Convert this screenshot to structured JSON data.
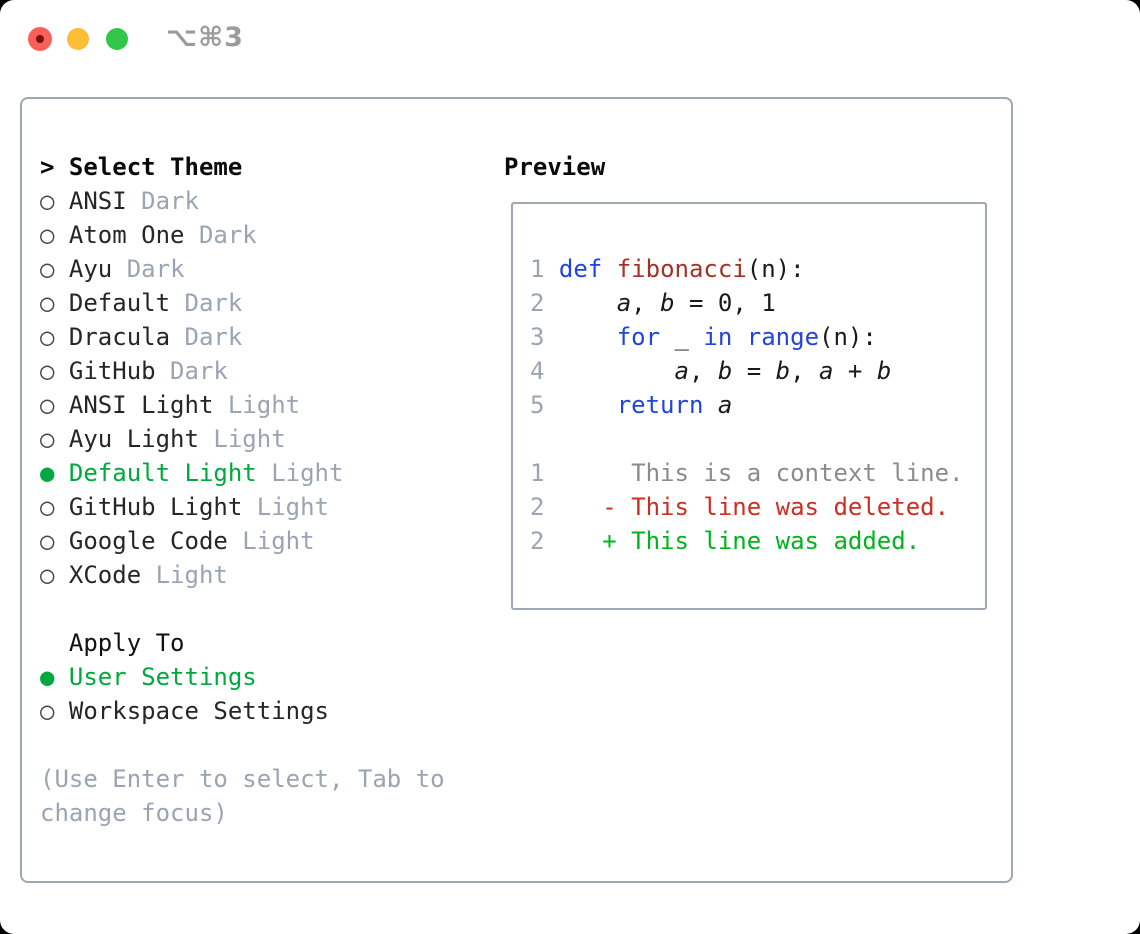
{
  "window": {
    "shortcut": "⌥⌘3",
    "traffic_lights": [
      "close",
      "minimize",
      "zoom"
    ]
  },
  "sidebar": {
    "header_marker": ">",
    "header_label": "Select Theme",
    "radio_selected_glyph": "●",
    "radio_unselected_glyph": "○",
    "themes": [
      {
        "name": "ANSI",
        "variant": "Dark",
        "selected": false
      },
      {
        "name": "Atom One",
        "variant": "Dark",
        "selected": false
      },
      {
        "name": "Ayu",
        "variant": "Dark",
        "selected": false
      },
      {
        "name": "Default",
        "variant": "Dark",
        "selected": false
      },
      {
        "name": "Dracula",
        "variant": "Dark",
        "selected": false
      },
      {
        "name": "GitHub",
        "variant": "Dark",
        "selected": false
      },
      {
        "name": "ANSI Light",
        "variant": "Light",
        "selected": false
      },
      {
        "name": "Ayu Light",
        "variant": "Light",
        "selected": false
      },
      {
        "name": "Default Light",
        "variant": "Light",
        "selected": true
      },
      {
        "name": "GitHub Light",
        "variant": "Light",
        "selected": false
      },
      {
        "name": "Google Code",
        "variant": "Light",
        "selected": false
      },
      {
        "name": "XCode",
        "variant": "Light",
        "selected": false
      }
    ],
    "apply_to_label": "Apply To",
    "apply_to_options": [
      {
        "name": "User Settings",
        "selected": true
      },
      {
        "name": "Workspace Settings",
        "selected": false
      }
    ],
    "hint_lines": [
      "(Use Enter to select, Tab to",
      "change focus)"
    ]
  },
  "preview": {
    "title": "Preview",
    "lines": [
      {
        "num": "1",
        "kind": "code",
        "tokens": [
          {
            "t": "def",
            "c": "kw"
          },
          {
            "t": " ",
            "c": "pl"
          },
          {
            "t": "fibonacci",
            "c": "fn"
          },
          {
            "t": "(n):",
            "c": "pl"
          }
        ]
      },
      {
        "num": "2",
        "kind": "code",
        "tokens": [
          {
            "t": "    ",
            "c": "pl"
          },
          {
            "t": "a",
            "c": "var"
          },
          {
            "t": ", ",
            "c": "pl"
          },
          {
            "t": "b",
            "c": "var"
          },
          {
            "t": " = 0, 1",
            "c": "pl"
          }
        ]
      },
      {
        "num": "3",
        "kind": "code",
        "tokens": [
          {
            "t": "    ",
            "c": "pl"
          },
          {
            "t": "for",
            "c": "kw"
          },
          {
            "t": " _ ",
            "c": "pl"
          },
          {
            "t": "in",
            "c": "kw"
          },
          {
            "t": " ",
            "c": "pl"
          },
          {
            "t": "range",
            "c": "kw"
          },
          {
            "t": "(n):",
            "c": "pl"
          }
        ]
      },
      {
        "num": "4",
        "kind": "code",
        "tokens": [
          {
            "t": "        ",
            "c": "pl"
          },
          {
            "t": "a",
            "c": "var"
          },
          {
            "t": ", ",
            "c": "pl"
          },
          {
            "t": "b",
            "c": "var"
          },
          {
            "t": " = ",
            "c": "pl"
          },
          {
            "t": "b",
            "c": "var"
          },
          {
            "t": ", ",
            "c": "pl"
          },
          {
            "t": "a",
            "c": "var"
          },
          {
            "t": " + ",
            "c": "pl"
          },
          {
            "t": "b",
            "c": "var"
          }
        ]
      },
      {
        "num": "5",
        "kind": "code",
        "tokens": [
          {
            "t": "    ",
            "c": "pl"
          },
          {
            "t": "return",
            "c": "kw"
          },
          {
            "t": " ",
            "c": "pl"
          },
          {
            "t": "a",
            "c": "var"
          }
        ]
      },
      {
        "num": "",
        "kind": "blank",
        "tokens": []
      },
      {
        "num": "1",
        "kind": "diff-context",
        "tokens": [
          {
            "t": "     This is a context line.",
            "c": "ctx"
          }
        ]
      },
      {
        "num": "2",
        "kind": "diff-deleted",
        "tokens": [
          {
            "t": "   - This line was deleted.",
            "c": "del"
          }
        ]
      },
      {
        "num": "2",
        "kind": "diff-added",
        "tokens": [
          {
            "t": "   + This line was added.",
            "c": "add"
          }
        ]
      }
    ]
  },
  "colors": {
    "selected_green": "#00a83e",
    "diff_added_green": "#00b41f",
    "diff_deleted_red": "#cc2e1f",
    "keyword_blue": "#2143e0",
    "function_red": "#a33126",
    "muted_gray": "#9aa4b2",
    "context_gray": "#8b8b8b",
    "text_dark": "#262626",
    "border_gray": "#9fa8b2",
    "traffic_red": "#f8605a",
    "traffic_red_dot": "#7a0f0c",
    "traffic_yellow": "#fcbe35",
    "traffic_green": "#32c749"
  }
}
